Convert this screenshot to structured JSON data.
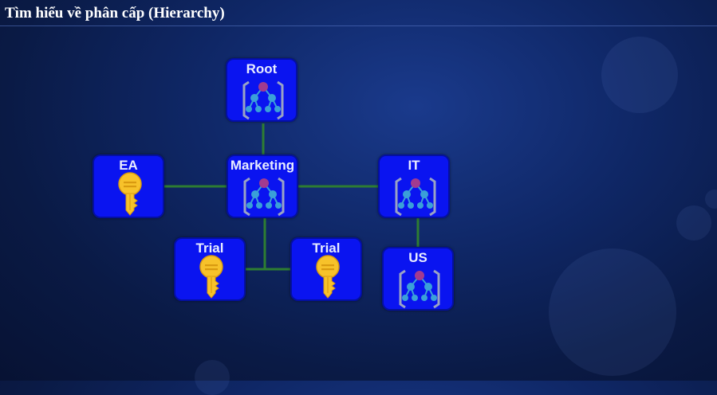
{
  "title": "Tìm hiểu về phân cấp (Hierarchy)",
  "nodes": {
    "root": {
      "label": "Root",
      "icon": "management-group-icon"
    },
    "marketing": {
      "label": "Marketing",
      "icon": "management-group-icon"
    },
    "it": {
      "label": "IT",
      "icon": "management-group-icon"
    },
    "us": {
      "label": "US",
      "icon": "management-group-icon"
    },
    "ea": {
      "label": "EA",
      "icon": "subscription-key-icon"
    },
    "trial_left": {
      "label": "Trial",
      "icon": "subscription-key-icon"
    },
    "trial_right": {
      "label": "Trial",
      "icon": "subscription-key-icon"
    }
  },
  "colors": {
    "node_fill": "#0a14f0",
    "connector": "#2e7d32",
    "key": "#f7c22a",
    "hierarchy_top": "#a23b8f",
    "hierarchy_nodes": "#3aa0d8",
    "bracket": "#9aa3c4"
  }
}
